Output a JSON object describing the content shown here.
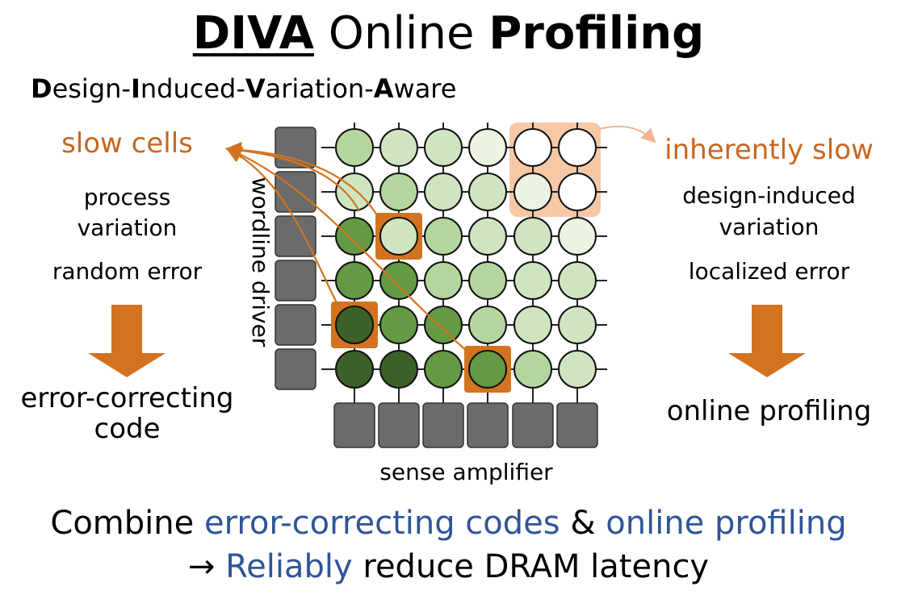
{
  "title": {
    "part1": "DIVA",
    "part2": "Online",
    "part3": "Profiling"
  },
  "subtitle": {
    "d": "D",
    "d_rest": "esign-",
    "i": "I",
    "i_rest": "nduced-",
    "v": "V",
    "v_rest": "ariation-",
    "a": "A",
    "a_rest": "ware"
  },
  "left": {
    "heading": "slow cells",
    "line1": "process",
    "line2": "variation",
    "line3": "random error",
    "result1": "error-correcting",
    "result2": "code"
  },
  "right": {
    "heading": "inherently slow",
    "line1": "design-induced",
    "line2": "variation",
    "line3": "localized error",
    "result": "online profiling"
  },
  "diagram": {
    "wordline_label": "wordline driver",
    "sense_label": "sense amplifier",
    "cell_levels": [
      [
        2,
        1,
        1,
        0,
        -1,
        -1
      ],
      [
        1,
        2,
        1,
        1,
        0,
        -1
      ],
      [
        3,
        1,
        2,
        1,
        1,
        0
      ],
      [
        3,
        3,
        2,
        2,
        1,
        1
      ],
      [
        4,
        3,
        3,
        2,
        1,
        1
      ],
      [
        4,
        4,
        3,
        3,
        2,
        1
      ]
    ],
    "highlighted_cells": [
      [
        2,
        1
      ],
      [
        4,
        0
      ],
      [
        5,
        3
      ]
    ],
    "inherently_slow_region": {
      "row_start": 0,
      "row_end": 1,
      "col_start": 4,
      "col_end": 5
    },
    "colors": {
      "level_-1": "#ffffff",
      "level_0": "#ebf3e1",
      "level_1": "#cfe5c2",
      "level_2": "#b5d59e",
      "level_3": "#639a43",
      "level_4": "#3c6128",
      "driver": "#6b6b6b",
      "highlight": "#d3731f",
      "region": "#f6c8a6",
      "arrow_orange": "#d3731f",
      "arrow_light": "#f2b592"
    }
  },
  "bottom": {
    "combine": "Combine",
    "ecc": "error-correcting codes",
    "amp": "&",
    "online": "online profiling",
    "arrow": "→",
    "reliably": "Reliably",
    "rest": "reduce DRAM latency"
  }
}
